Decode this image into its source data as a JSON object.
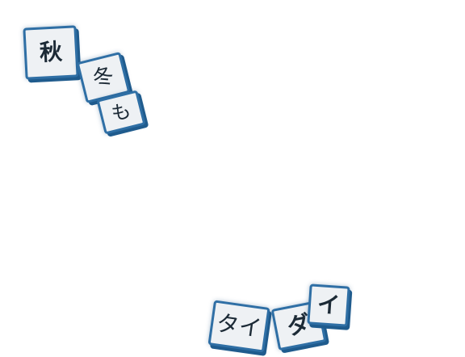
{
  "tiles": [
    {
      "text": "秋"
    },
    {
      "text": "冬"
    },
    {
      "text": "も"
    },
    {
      "text": "タイ"
    },
    {
      "text": "ダ"
    },
    {
      "text": "イ"
    }
  ],
  "colors": {
    "background": "#ffffff",
    "tile_fill": "#eef1f4",
    "tile_border": "#2f6fa5",
    "ink": "#1c2a36"
  }
}
